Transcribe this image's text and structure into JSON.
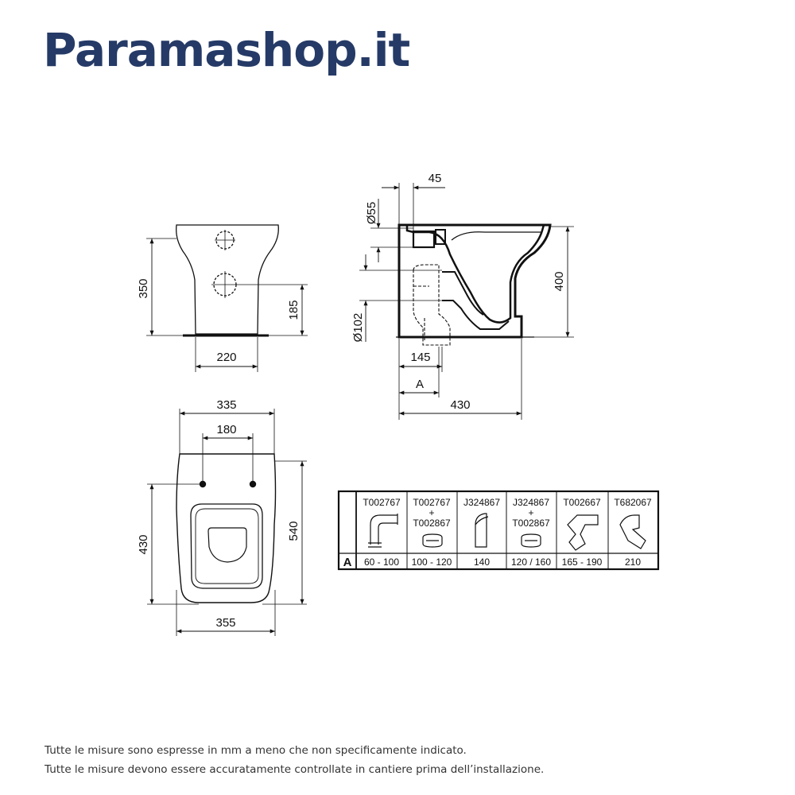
{
  "brand": "Paramashop.it",
  "front_view": {
    "height": "350",
    "drain_height": "185",
    "width": "220"
  },
  "side_view": {
    "top_offset": "45",
    "inlet_dia": "Ø55",
    "outlet_dia": "Ø102",
    "height": "400",
    "outlet_depth": "145",
    "a_label": "A",
    "length": "430"
  },
  "top_view": {
    "width": "335",
    "fix_spacing": "180",
    "fix_depth": "430",
    "length": "540",
    "bottom_width": "355"
  },
  "fittings_table": {
    "row_label": "A",
    "codes": [
      "T002767",
      "T002767\n+\nT002867",
      "J324867",
      "J324867\n+\nT002867",
      "T002667",
      "T682067"
    ],
    "code_lines": [
      [
        "T002767"
      ],
      [
        "T002767",
        "+",
        "T002867"
      ],
      [
        "J324867"
      ],
      [
        "J324867",
        "+",
        "T002867"
      ],
      [
        "T002667"
      ],
      [
        "T682067"
      ]
    ],
    "values": [
      "60 - 100",
      "100 - 120",
      "140",
      "120 / 160",
      "165 - 190",
      "210"
    ]
  },
  "notes": [
    "Tutte le misure sono espresse in mm a meno che non specificamente indicato.",
    "Tutte le misure devono essere accuratamente controllate in cantiere prima dell’installazione."
  ]
}
